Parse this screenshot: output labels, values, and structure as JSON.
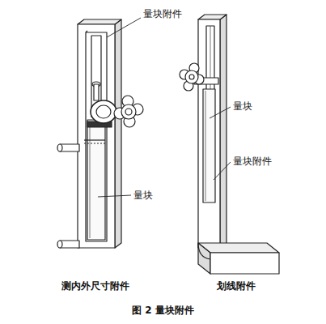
{
  "diagram": {
    "caption": "图 2  量块附件",
    "labels": [
      "量块附件",
      "量块",
      "量块",
      "量块附件",
      "测内外尺寸附件",
      "划线附件"
    ]
  }
}
